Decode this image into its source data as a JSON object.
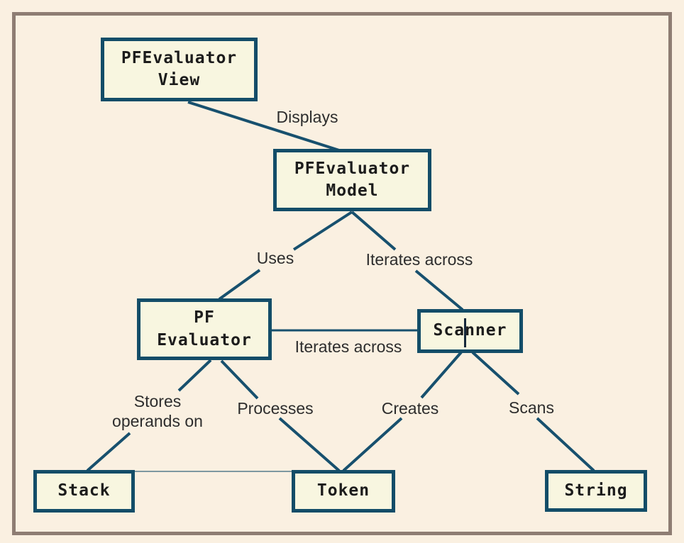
{
  "diagram": {
    "type": "class-relationship-diagram",
    "nodes": {
      "view": {
        "line1": "PFEvaluator",
        "line2": "View"
      },
      "model": {
        "line1": "PFEvaluator",
        "line2": "Model"
      },
      "pf_evaluator": {
        "line1": "PF",
        "line2": "Evaluator"
      },
      "scanner": {
        "label": "Scanner"
      },
      "stack": {
        "label": "Stack"
      },
      "token": {
        "label": "Token"
      },
      "string": {
        "label": "String"
      }
    },
    "edge_labels": {
      "displays": "Displays",
      "uses": "Uses",
      "iterates_model_scanner": "Iterates across",
      "iterates_pf_scanner": "Iterates across",
      "stores_line1": "Stores",
      "stores_line2": "operands on",
      "processes": "Processes",
      "creates": "Creates",
      "scans": "Scans"
    },
    "colors": {
      "background": "#faf0e1",
      "frame_border": "#8e7d73",
      "node_border": "#134d68",
      "node_fill": "#f8f6e0",
      "connector_line": "#17506e",
      "edge_label_text": "#2d2d2d",
      "node_text": "#1c1c1c"
    }
  }
}
